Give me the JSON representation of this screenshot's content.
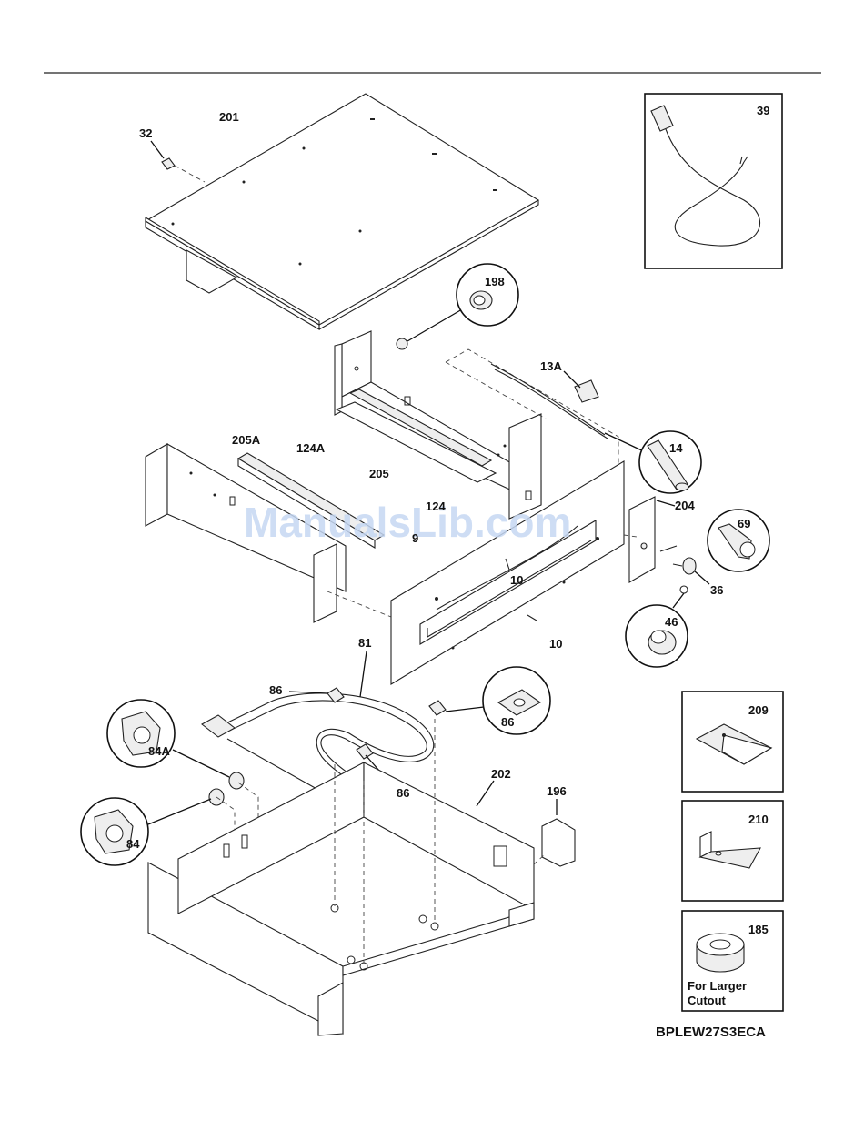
{
  "model_number": "BPLEW27S3ECA",
  "watermark": "ManualsLib.com",
  "callouts": {
    "p201": "201",
    "p32": "32",
    "p198": "198",
    "p13a": "13A",
    "p14": "14",
    "p205a": "205A",
    "p124a": "124A",
    "p205": "205",
    "p124": "124",
    "p9": "9",
    "p10a": "10",
    "p10b": "10",
    "p204": "204",
    "p69": "69",
    "p36": "36",
    "p46": "46",
    "p81": "81",
    "p86a": "86",
    "p86b": "86",
    "p86c": "86",
    "p84a": "84A",
    "p84": "84",
    "p202": "202",
    "p196": "196"
  },
  "boxed_parts": {
    "cord": "39",
    "b209": "209",
    "b210": "210",
    "b185": "185",
    "b185_note_line1": "For Larger",
    "b185_note_line2": "Cutout"
  },
  "colors": {
    "line": "#222222",
    "watermark": "#c6d8f3"
  }
}
